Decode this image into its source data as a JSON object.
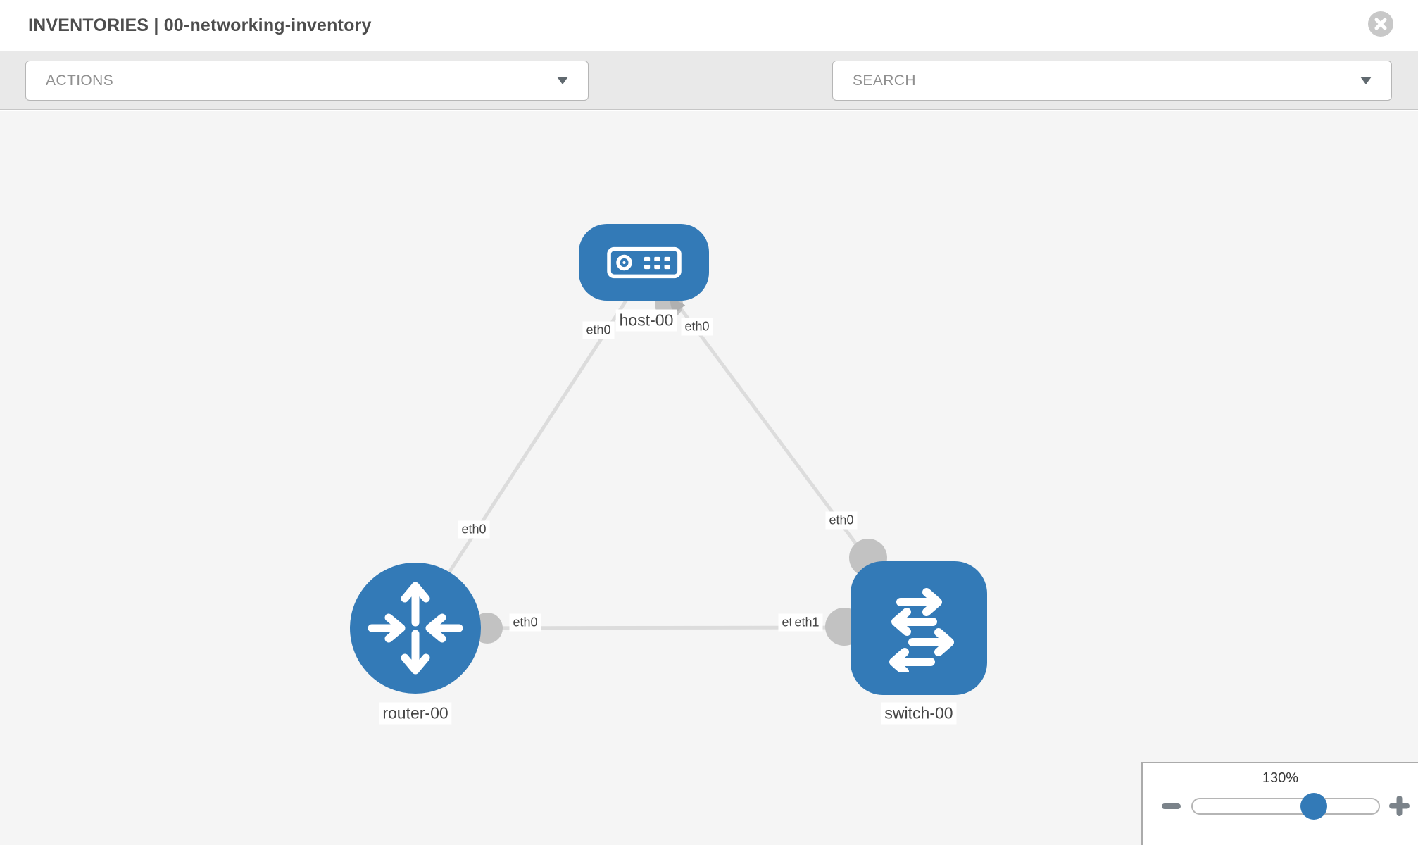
{
  "header": {
    "title": "INVENTORIES | 00-networking-inventory",
    "close_icon": "close-circle-icon"
  },
  "toolbar": {
    "actions_label": "ACTIONS",
    "search_label": "SEARCH",
    "wrench_icon": "wrench-icon",
    "key_icon": "key-icon"
  },
  "topology": {
    "nodes": [
      {
        "label": "host-00",
        "type": "host",
        "icon": "server-icon",
        "shape": "rounded-rectangle"
      },
      {
        "label": "router-00",
        "type": "router",
        "icon": "router-arrows-icon",
        "shape": "circle"
      },
      {
        "label": "switch-00",
        "type": "switch",
        "icon": "switch-arrows-icon",
        "shape": "rounded-square"
      }
    ],
    "links": [
      {
        "from": "host-00",
        "from_interface": "eth0",
        "to": "router-00",
        "to_interface": "eth0"
      },
      {
        "from": "host-00",
        "from_interface": "eth0",
        "to": "switch-00",
        "to_interface": "eth0"
      },
      {
        "from": "router-00",
        "from_interface": "eth0",
        "to": "switch-00",
        "to_interface": "eth1"
      }
    ],
    "interface_labels": [
      {
        "text": "eth0"
      },
      {
        "text": "eth0"
      },
      {
        "text": "eth0"
      },
      {
        "text": "eth0"
      },
      {
        "text": "eth0"
      },
      {
        "text": "eth1"
      },
      {
        "text": "eth1"
      }
    ]
  },
  "zoom_control": {
    "level": "130%",
    "minus_icon": "minus-icon",
    "plus_icon": "plus-icon"
  },
  "colors": {
    "node_blue": "#337ab7",
    "link_gray": "#dcdcdc",
    "connector_gray": "#c2c2c2",
    "toolbar_bg": "#e9e9e9",
    "canvas_bg": "#f5f5f5",
    "placeholder_gray": "#8f8f8f"
  }
}
